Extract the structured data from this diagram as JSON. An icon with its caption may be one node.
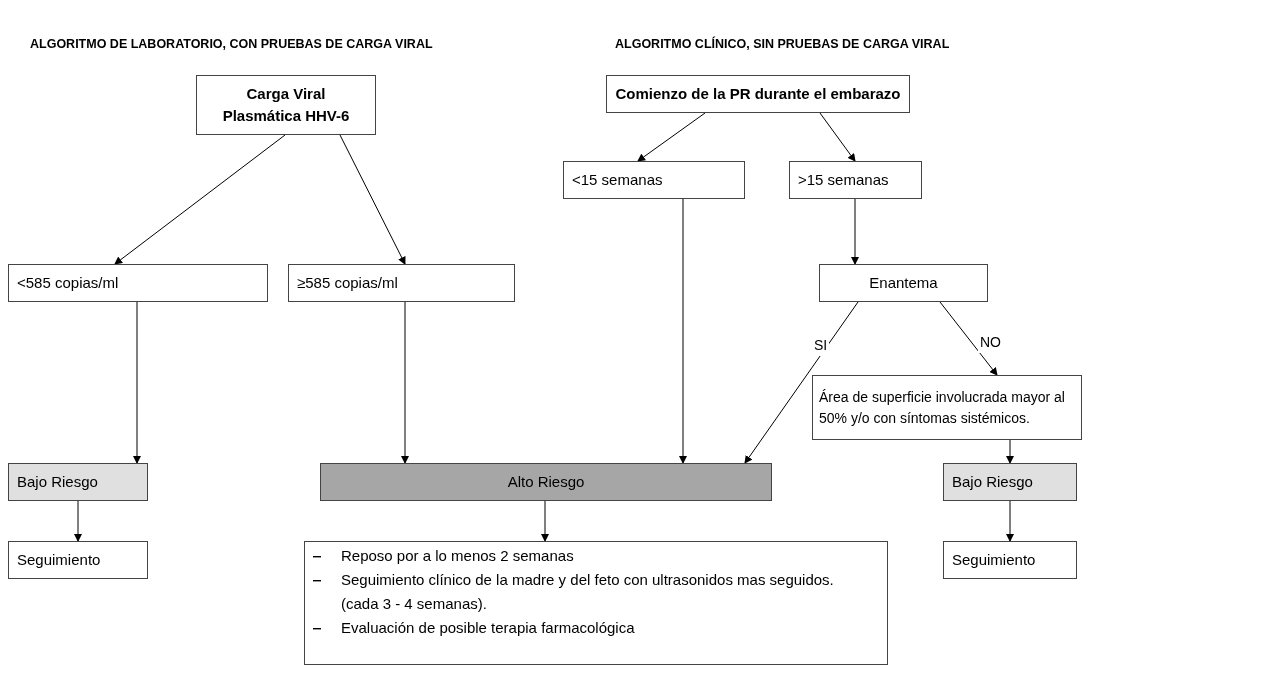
{
  "diagram": {
    "nodes": [
      {
        "text": [
          "Carga Viral Plasmática HHV-6"
        ]
      },
      {
        "text": [
          "<585 copias/ml"
        ]
      },
      {
        "text": [
          "≥585 copias/ml"
        ]
      },
      {
        "text": [
          "Bajo Riesgo"
        ]
      },
      {
        "text": [
          "Seguimiento"
        ]
      },
      {
        "text": [
          "Comienzo de la PR durante el embarazo"
        ]
      },
      {
        "text": [
          "<15 semanas"
        ]
      },
      {
        "text": [
          ">15 semanas"
        ]
      },
      {
        "text": [
          "Enantema"
        ]
      },
      {
        "text": [
          "Área de superficie involucrada mayor al 50% y/o con síntomas sistémicos."
        ]
      },
      {
        "text": [
          "Alto Riesgo"
        ]
      },
      {
        "text": [
          "Reposo por a lo menos 2 semanas",
          "Seguimiento clínico de la madre y del feto con ultrasonidos mas seguidos. (cada 3 - 4 semanas).",
          "Evaluación de posible terapia farmacológica"
        ]
      },
      {
        "text": [
          "Bajo Riesgo"
        ]
      },
      {
        "text": [
          "Seguimiento"
        ]
      }
    ],
    "edges": [
      {
        "from": 0,
        "to": 1,
        "arrow": "to"
      },
      {
        "from": 0,
        "to": 2,
        "arrow": "to"
      },
      {
        "from": 1,
        "to": 3,
        "arrow": "to"
      },
      {
        "from": 3,
        "to": 4,
        "arrow": "to"
      },
      {
        "from": 2,
        "to": 10,
        "arrow": "to"
      },
      {
        "from": 5,
        "to": 6,
        "arrow": "to"
      },
      {
        "from": 5,
        "to": 7,
        "arrow": "to"
      },
      {
        "from": 6,
        "to": 10,
        "arrow": "to"
      },
      {
        "from": 7,
        "to": 8,
        "arrow": "to"
      },
      {
        "from": 8,
        "to": 10,
        "arrow": "to",
        "label": "SI"
      },
      {
        "from": 8,
        "to": 9,
        "arrow": "to",
        "label": "NO"
      },
      {
        "from": 9,
        "to": 12,
        "arrow": "to"
      },
      {
        "from": 12,
        "to": 13,
        "arrow": "to"
      },
      {
        "from": 10,
        "to": 11,
        "arrow": "to"
      }
    ],
    "labels": [
      "ALGORITMO DE LABORATORIO, CON PRUEBAS DE CARGA VIRAL",
      "ALGORITMO CLÍNICO, SIN PRUEBAS DE CARGA VIRAL"
    ]
  }
}
